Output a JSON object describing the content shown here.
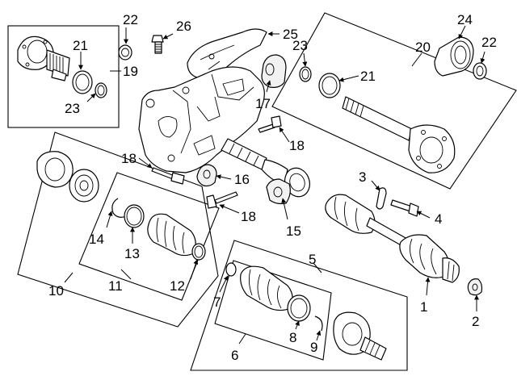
{
  "callouts": {
    "c1": "1",
    "c2": "2",
    "c3": "3",
    "c4": "4",
    "c5": "5",
    "c6": "6",
    "c7": "7",
    "c8": "8",
    "c9": "9",
    "c10": "10",
    "c11": "11",
    "c12": "12",
    "c13": "13",
    "c14": "14",
    "c15": "15",
    "c16": "16",
    "c17": "17",
    "c18a": "18",
    "c18b": "18",
    "c18c": "18",
    "c19": "19",
    "c20": "20",
    "c21a": "21",
    "c21b": "21",
    "c22a": "22",
    "c22b": "22",
    "c23a": "23",
    "c23b": "23",
    "c24": "24",
    "c25": "25",
    "c26": "26"
  }
}
